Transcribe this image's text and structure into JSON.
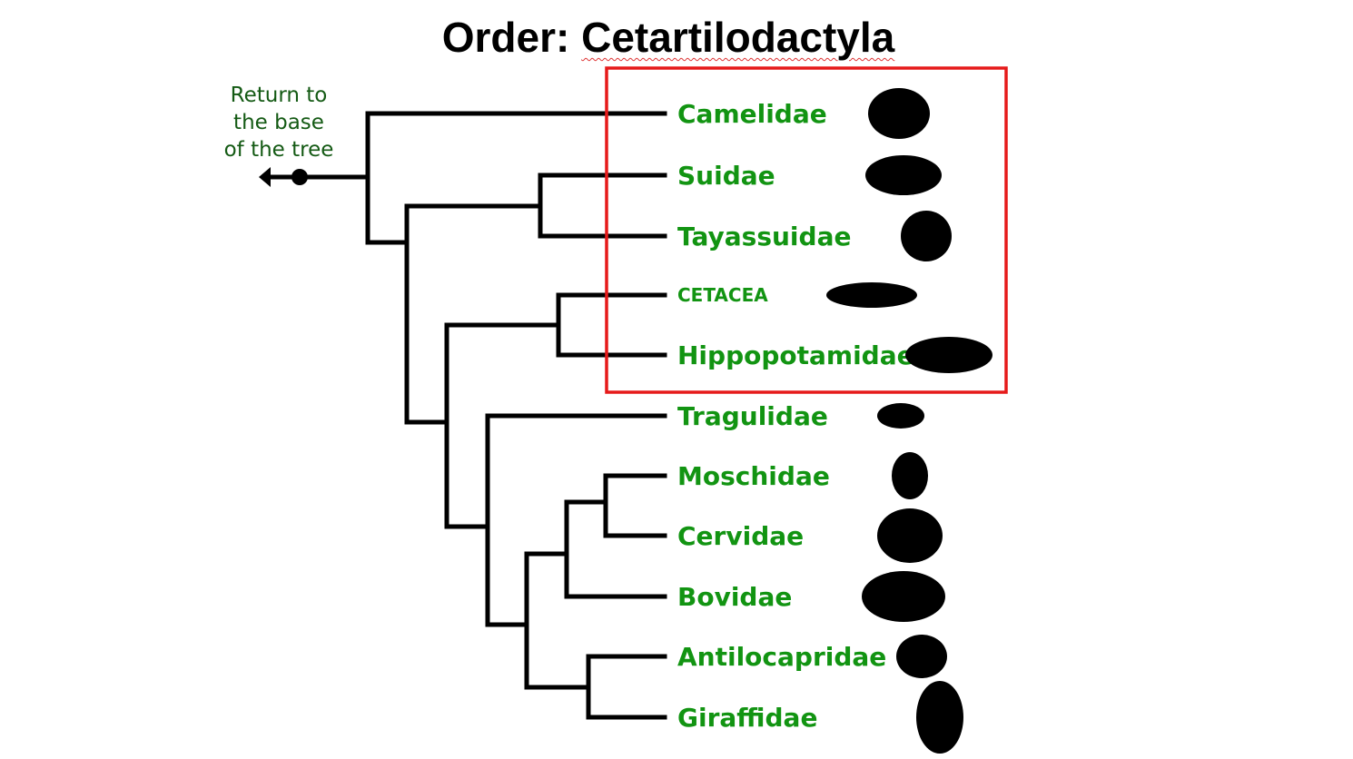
{
  "title": {
    "prefix": "Order: ",
    "name": "Cetartilodactyla"
  },
  "return_link": [
    "Return to",
    "the base",
    "of the tree"
  ],
  "taxa": [
    "Camelidae",
    "Suidae",
    "Tayassuidae",
    "CETACEA",
    "Hippopotamidae",
    "Tragulidae",
    "Moschidae",
    "Cervidae",
    "Bovidae",
    "Antilocapridae",
    "Giraffidae"
  ],
  "highlight_color": "#e61a1a",
  "label_color": "#129412"
}
